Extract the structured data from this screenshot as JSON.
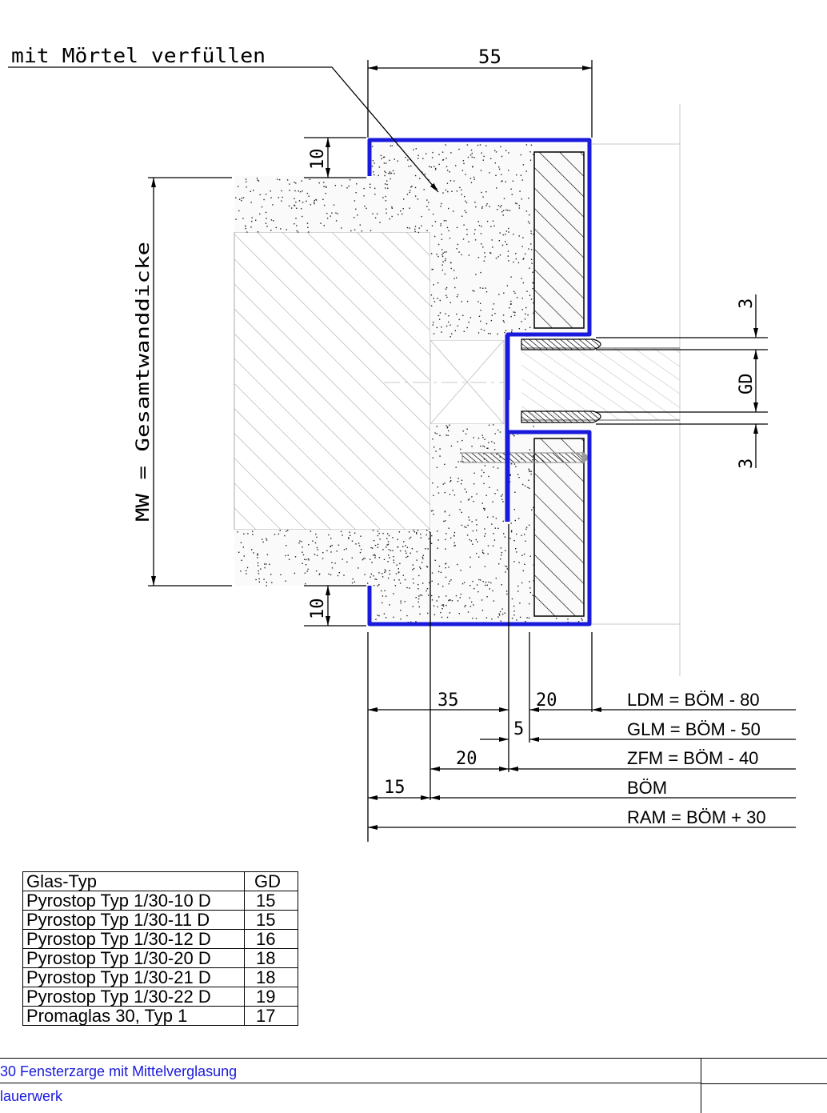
{
  "annotation": {
    "mortar": "mit Mörtel verfüllen"
  },
  "dimensions": {
    "top_width": "55",
    "top_lip": "10",
    "bottom_lip": "10",
    "wall": "MW = Gesamtwanddicke",
    "gap_top": "3",
    "glass": "GD",
    "gap_bottom": "3",
    "d35": "35",
    "d20a": "20",
    "d5": "5",
    "d20b": "20",
    "d15": "15"
  },
  "formulas": {
    "ldm": "LDM = BÖM - 80",
    "glm": "GLM = BÖM - 50",
    "zfm": "ZFM = BÖM - 40",
    "boem": "BÖM",
    "ram": "RAM = BÖM + 30"
  },
  "glass_table": {
    "headers": [
      "Glas-Typ",
      "GD"
    ],
    "rows": [
      [
        "Pyrostop Typ 1/30-10 D",
        "15"
      ],
      [
        "Pyrostop Typ 1/30-11 D",
        "15"
      ],
      [
        "Pyrostop Typ 1/30-12 D",
        "16"
      ],
      [
        "Pyrostop Typ 1/30-20 D",
        "18"
      ],
      [
        "Pyrostop Typ 1/30-21 D",
        "18"
      ],
      [
        "Pyrostop Typ 1/30-22 D",
        "19"
      ],
      [
        "Promaglas 30, Typ 1",
        "17"
      ]
    ]
  },
  "title_block": {
    "line1": " 30 Fensterzarge mit Mittelverglasung",
    "line2": "lauerwerk"
  },
  "colors": {
    "frame": "#1a1adc",
    "title_text": "#1a1adc"
  }
}
